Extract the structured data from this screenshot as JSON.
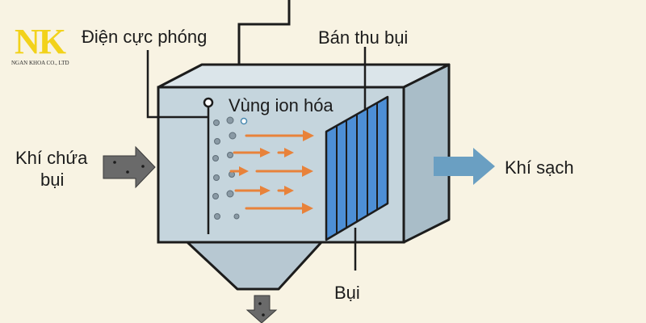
{
  "logo": {
    "mark": "NK",
    "company": "NGAN KHOA CO., LTD",
    "color": "#f2d21b"
  },
  "labels": {
    "discharge_electrode": "Điện cực phóng",
    "collector_plate": "Bán thu bụi",
    "ionization_zone": "Vùng ion hóa",
    "dusty_gas_line1": "Khí chứa",
    "dusty_gas_line2": "bụi",
    "clean_gas": "Khí sạch",
    "dust": "Bụi"
  },
  "colors": {
    "background": "#f8f3e3",
    "chamber_front": "#c5d5dd",
    "chamber_top": "#dbe5ea",
    "chamber_side": "#a9bdc8",
    "inlet_arrow": "#6a6a6a",
    "ion_arrows": "#e8823a",
    "clean_arrow": "#6a9fc2",
    "collector_fill": "#4d8fd6",
    "dust_particle": "#8a9aa5"
  }
}
